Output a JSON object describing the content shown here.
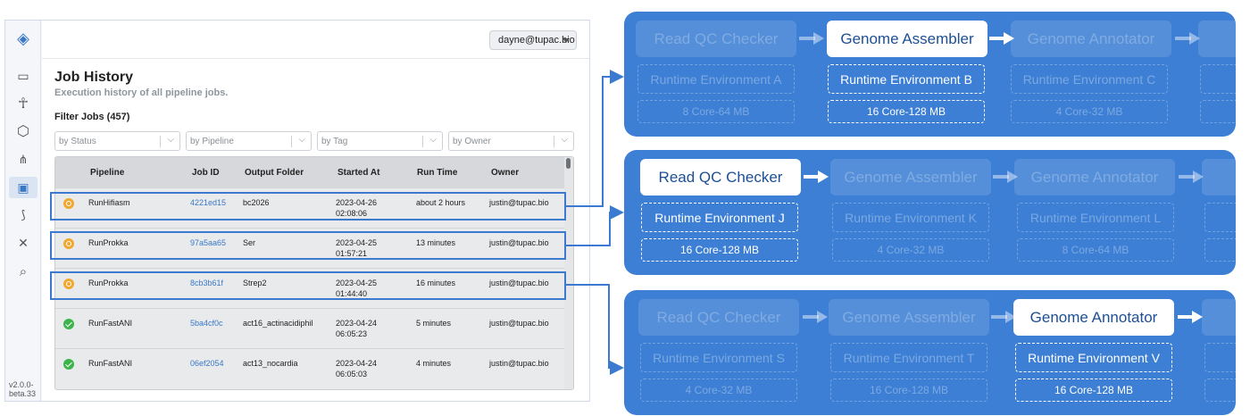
{
  "app": {
    "user": "dayne@tupac.bio",
    "version": "v2.0.0-beta.33",
    "title": "Job History",
    "subtitle": "Execution history of all pipeline jobs.",
    "filter_title": "Filter Jobs (457)",
    "filters": [
      "by Status",
      "by Pipeline",
      "by Tag",
      "by Owner"
    ],
    "sidebar_icons": [
      "logo-icon",
      "inbox-icon",
      "person-icon",
      "hexagon-network-icon",
      "hierarchy-icon",
      "job-history-icon",
      "dna-icon",
      "chromosome-icon",
      "search-icon"
    ],
    "columns": [
      "Pipeline",
      "Job ID",
      "Output Folder",
      "Started At",
      "Run Time",
      "Owner"
    ],
    "rows": [
      {
        "status": "running",
        "pipeline": "RunHifiasm",
        "job_id": "4221ed15",
        "output": "bc2026",
        "started": "2023-04-26 02:08:06",
        "runtime": "about 2 hours",
        "owner": "justin@tupac.bio"
      },
      {
        "status": "running",
        "pipeline": "RunProkka",
        "job_id": "97a5aa65",
        "output": "Ser",
        "started": "2023-04-25 01:57:21",
        "runtime": "13 minutes",
        "owner": "justin@tupac.bio"
      },
      {
        "status": "running",
        "pipeline": "RunProkka",
        "job_id": "8cb3b61f",
        "output": "Strep2",
        "started": "2023-04-25 01:44:40",
        "runtime": "16 minutes",
        "owner": "justin@tupac.bio"
      },
      {
        "status": "success",
        "pipeline": "RunFastANI",
        "job_id": "5ba4cf0c",
        "output": "act16_actinacidiphil",
        "started": "2023-04-24 06:05:23",
        "runtime": "5 minutes",
        "owner": "justin@tupac.bio"
      },
      {
        "status": "success",
        "pipeline": "RunFastANI",
        "job_id": "06ef2054",
        "output": "act13_nocardia",
        "started": "2023-04-24 06:05:03",
        "runtime": "4 minutes",
        "owner": "justin@tupac.bio"
      }
    ]
  },
  "panels": [
    {
      "stages": [
        "Read QC Checker",
        "Genome Assembler",
        "Genome Annotator"
      ],
      "active": 1,
      "envs": [
        "Runtime Environment A",
        "Runtime Environment B",
        "Runtime Environment C"
      ],
      "resources": [
        "8 Core-64 MB",
        "16 Core-128 MB",
        "4 Core-32 MB"
      ]
    },
    {
      "stages": [
        "Read QC Checker",
        "Genome Assembler",
        "Genome Annotator"
      ],
      "active": 0,
      "envs": [
        "Runtime Environment J",
        "Runtime Environment K",
        "Runtime Environment L"
      ],
      "resources": [
        "16 Core-128 MB",
        "4 Core-32 MB",
        "8 Core-64 MB"
      ]
    },
    {
      "stages": [
        "Read QC Checker",
        "Genome Assembler",
        "Genome Annotator"
      ],
      "active": 2,
      "envs": [
        "Runtime Environment S",
        "Runtime Environment T",
        "Runtime Environment V"
      ],
      "resources": [
        "4 Core-32 MB",
        "16 Core-128 MB",
        "16 Core-128 MB"
      ]
    }
  ],
  "colors": {
    "accent": "#3c7fd4",
    "link": "#3a78c6",
    "running": "#f0a830",
    "success": "#3bb54a"
  }
}
